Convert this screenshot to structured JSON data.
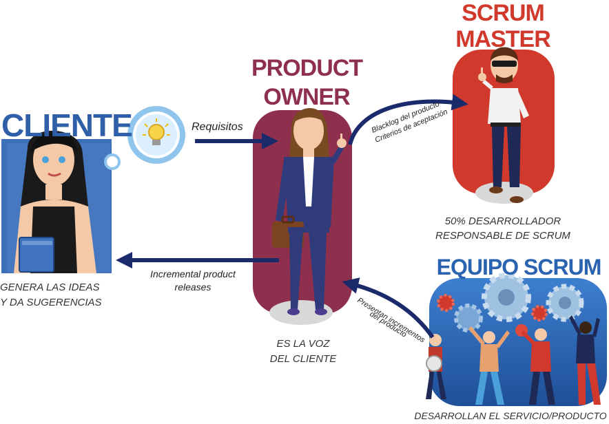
{
  "cliente": {
    "title": "CLIENTE",
    "caption_line1": "GENERA LAS IDEAS",
    "caption_line2": "Y DA SUGERENCIAS"
  },
  "product_owner": {
    "title_line1": "PRODUCT",
    "title_line2": "OWNER",
    "caption_line1": "ES LA VOZ",
    "caption_line2": "DEL CLIENTE"
  },
  "scrum_master": {
    "title_line1": "SCRUM",
    "title_line2": "MASTER",
    "caption_line1": "50% DESARROLLADOR",
    "caption_line2": "RESPONSABLE DE SCRUM"
  },
  "equipo_scrum": {
    "title": "EQUIPO SCRUM",
    "caption": "DESARROLLAN EL SERVICIO/PRODUCTO"
  },
  "arrows": {
    "requisitos": "Requisitos",
    "incremental_line1": "Incremental product",
    "incremental_line2": "releases",
    "backlog_line1": "Blacklog del producto",
    "backlog_line2": "Criterios de aceptación",
    "presentan_line1": "Presentan incrementos",
    "presentan_line2": "del producto"
  },
  "colors": {
    "cliente_blue": "#2f5fa8",
    "po_maroon": "#8e2f4d",
    "sm_red": "#d0392b",
    "team_blue": "#2a63b0",
    "arrow_navy": "#1b2a6b"
  }
}
